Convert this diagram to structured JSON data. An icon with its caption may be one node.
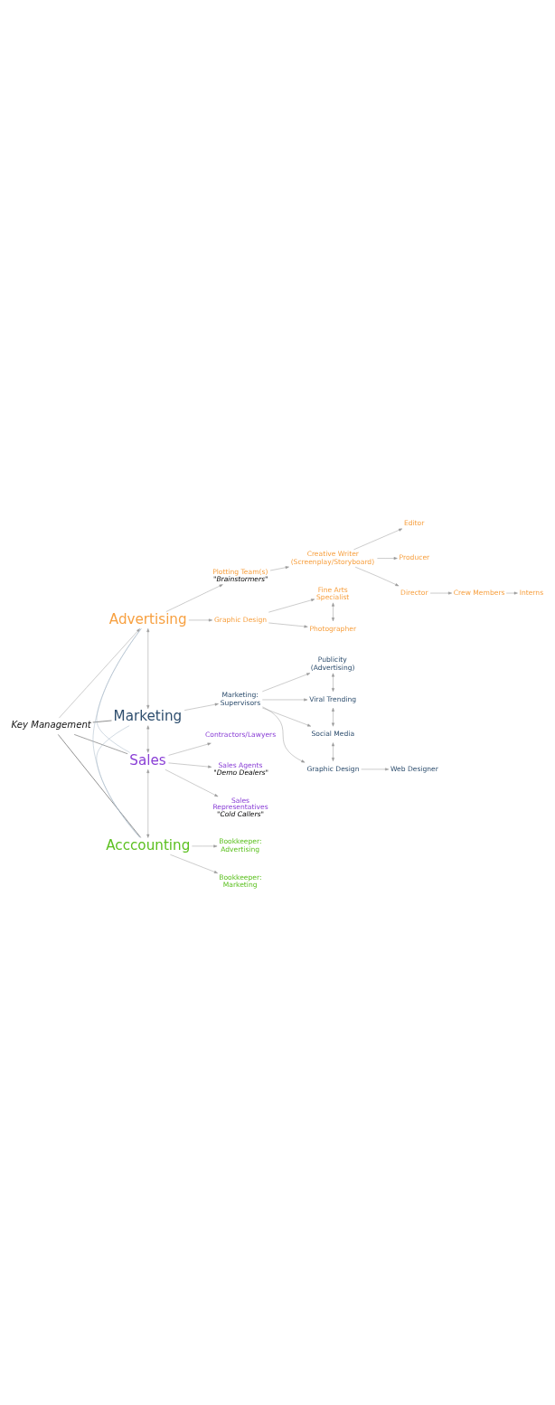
{
  "diagram": {
    "nodes": [
      {
        "text": [
          "Key Management"
        ]
      },
      {
        "text": [
          "Advertising"
        ]
      },
      {
        "text": [
          "Marketing"
        ]
      },
      {
        "text": [
          "Sales"
        ]
      },
      {
        "text": [
          "Acccounting"
        ]
      },
      {
        "text": [
          "Plotting Team(s)",
          "\"Brainstormers\""
        ]
      },
      {
        "text": [
          "Creative Writer (Screenplay/Storyboard)"
        ]
      },
      {
        "text": [
          "Editor"
        ]
      },
      {
        "text": [
          "Producer"
        ]
      },
      {
        "text": [
          "Director"
        ]
      },
      {
        "text": [
          "Crew Members"
        ]
      },
      {
        "text": [
          "Interns"
        ]
      },
      {
        "text": [
          "Graphic Design"
        ]
      },
      {
        "text": [
          "Fine Arts Specialist"
        ]
      },
      {
        "text": [
          "Photographer"
        ]
      },
      {
        "text": [
          "Marketing: Supervisors"
        ]
      },
      {
        "text": [
          "Publicity (Advertising)"
        ]
      },
      {
        "text": [
          "Viral Trending"
        ]
      },
      {
        "text": [
          "Social Media"
        ]
      },
      {
        "text": [
          "Graphic Design"
        ]
      },
      {
        "text": [
          "Web Designer"
        ]
      },
      {
        "text": [
          "Contractors/Lawyers"
        ]
      },
      {
        "text": [
          "Sales Agents",
          "\"Demo Dealers\""
        ]
      },
      {
        "text": [
          "Sales Representatives",
          "\"Cold Callers\""
        ]
      },
      {
        "text": [
          "Bookkeeper: Advertising"
        ]
      },
      {
        "text": [
          "Bookkeeper: Marketing"
        ]
      }
    ],
    "edges": [
      {
        "from": 0,
        "to": 1,
        "arrow": "to"
      },
      {
        "from": 0,
        "to": 2,
        "arrow": "none",
        "color": "#222222"
      },
      {
        "from": 0,
        "to": 3,
        "arrow": "none",
        "color": "#444444"
      },
      {
        "from": 0,
        "to": 4,
        "arrow": "none",
        "color": "#222222"
      },
      {
        "from": 1,
        "to": 2,
        "arrow": "both"
      },
      {
        "from": 2,
        "to": 3,
        "arrow": "both"
      },
      {
        "from": 4,
        "to": 3,
        "arrow": "both"
      },
      {
        "from": 1,
        "to": 3,
        "arrow": "none",
        "color": "#a3b5c6"
      },
      {
        "from": 1,
        "to": 4,
        "arrow": "none",
        "color": "#a3b5c6"
      },
      {
        "from": 2,
        "to": 4,
        "arrow": "none",
        "color": "#a3b5c6"
      },
      {
        "from": 1,
        "to": 5,
        "arrow": "to"
      },
      {
        "from": 5,
        "to": 6,
        "arrow": "to"
      },
      {
        "from": 6,
        "to": 7,
        "arrow": "to"
      },
      {
        "from": 6,
        "to": 8,
        "arrow": "to"
      },
      {
        "from": 6,
        "to": 9,
        "arrow": "to"
      },
      {
        "from": 9,
        "to": 10,
        "arrow": "to"
      },
      {
        "from": 10,
        "to": 11,
        "arrow": "to"
      },
      {
        "from": 1,
        "to": 12,
        "arrow": "to"
      },
      {
        "from": 12,
        "to": 13,
        "arrow": "to"
      },
      {
        "from": 12,
        "to": 14,
        "arrow": "to"
      },
      {
        "from": 14,
        "to": 13,
        "arrow": "both"
      },
      {
        "from": 2,
        "to": 15,
        "arrow": "to"
      },
      {
        "from": 15,
        "to": 16,
        "arrow": "to"
      },
      {
        "from": 15,
        "to": 17,
        "arrow": "to"
      },
      {
        "from": 15,
        "to": 18,
        "arrow": "to"
      },
      {
        "from": 15,
        "to": 19,
        "arrow": "to"
      },
      {
        "from": 17,
        "to": 16,
        "arrow": "both"
      },
      {
        "from": 18,
        "to": 17,
        "arrow": "both"
      },
      {
        "from": 19,
        "to": 18,
        "arrow": "both"
      },
      {
        "from": 19,
        "to": 20,
        "arrow": "to"
      },
      {
        "from": 3,
        "to": 21,
        "arrow": "to"
      },
      {
        "from": 3,
        "to": 22,
        "arrow": "to"
      },
      {
        "from": 3,
        "to": 23,
        "arrow": "to"
      },
      {
        "from": 4,
        "to": 24,
        "arrow": "to"
      },
      {
        "from": 4,
        "to": 25,
        "arrow": "to"
      }
    ]
  }
}
